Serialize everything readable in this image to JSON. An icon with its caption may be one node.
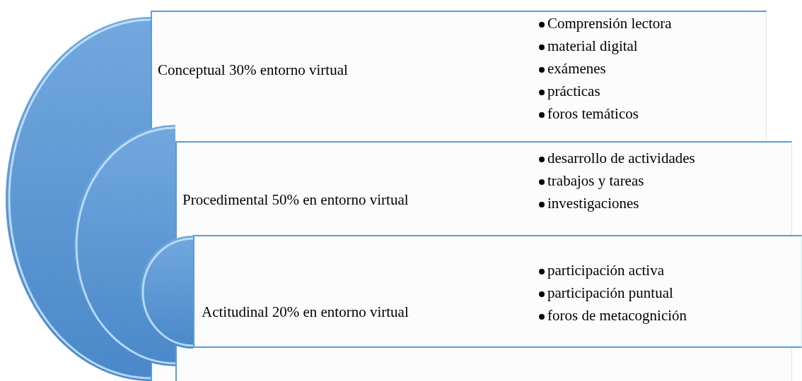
{
  "diagram": {
    "nodes": [
      {
        "text": [
          "Conceptual 30% entorno virtual",
          "Comprensión lectora",
          "material digital",
          "exámenes",
          "prácticas",
          "foros temáticos"
        ]
      },
      {
        "text": [
          "Procedimental 50% en entorno virtual",
          "desarrollo de actividades",
          "trabajos y tareas",
          "investigaciones"
        ]
      },
      {
        "text": [
          "Actitudinal 20% en entorno virtual",
          "participación activa",
          "participación puntual",
          "foros de metacognición"
        ]
      }
    ]
  }
}
